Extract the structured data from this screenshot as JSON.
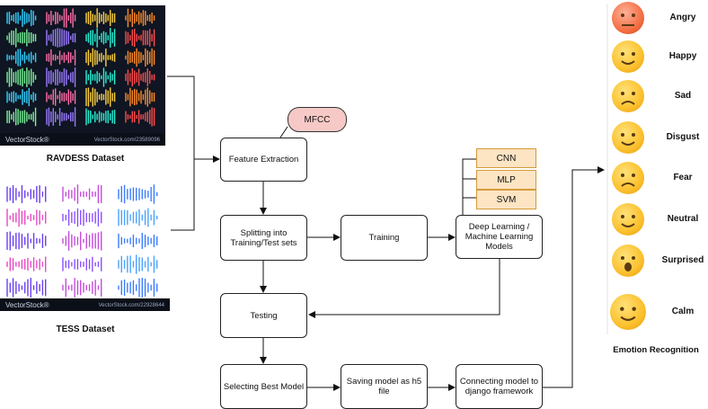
{
  "datasets": {
    "ravdess": {
      "caption": "RAVDESS Dataset",
      "watermark": "VectorStock®",
      "id": "VectorStock.com/23589096"
    },
    "tess": {
      "caption": "TESS Dataset",
      "watermark": "VectorStock®",
      "id": "VectorStock.com/22928644"
    }
  },
  "flow": {
    "mfcc": "MFCC",
    "feature_extraction": "Feature Extraction",
    "splitting": "Splitting into Training/Test sets",
    "training": "Training",
    "models_box": "Deep Learning / Machine Learning Models",
    "models": [
      "CNN",
      "MLP",
      "SVM"
    ],
    "testing": "Testing",
    "selecting": "Selecting Best Model",
    "saving": "Saving model as h5 file",
    "connecting": "Connecting model to django framework"
  },
  "emotions": {
    "caption": "Emotion Recognition",
    "items": [
      {
        "label": "Angry",
        "icon": "angry-face-icon"
      },
      {
        "label": "Happy",
        "icon": "smiling-face-icon"
      },
      {
        "label": "Sad",
        "icon": "sad-face-icon"
      },
      {
        "label": "Disgust",
        "icon": "disgust-face-icon"
      },
      {
        "label": "Fear",
        "icon": "fearful-crying-face-icon"
      },
      {
        "label": "Neutral",
        "icon": "smirking-face-icon"
      },
      {
        "label": "Surprised",
        "icon": "surprised-face-icon"
      },
      {
        "label": "Calm",
        "icon": "relieved-face-icon"
      }
    ]
  }
}
